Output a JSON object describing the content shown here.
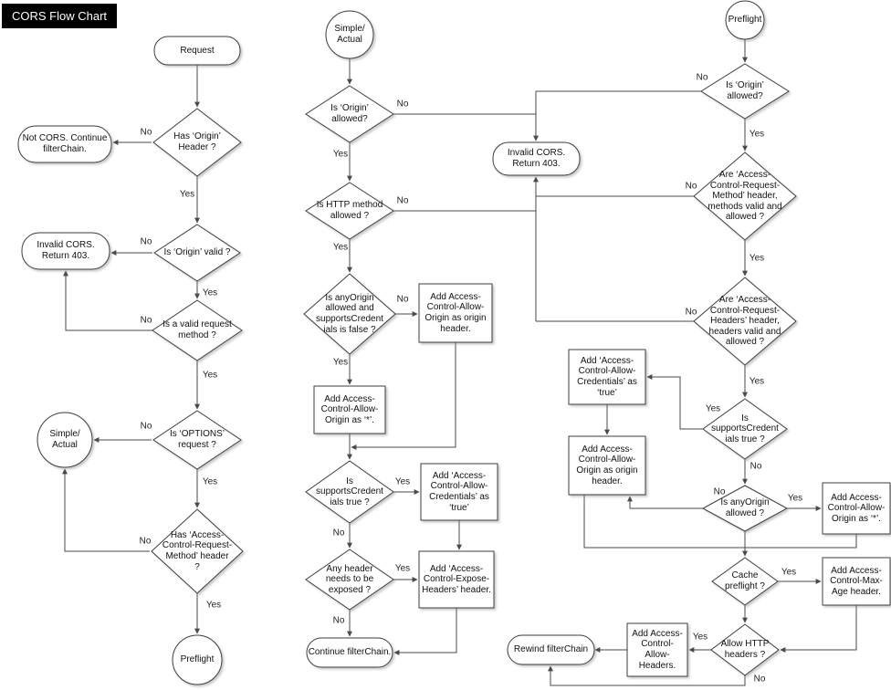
{
  "title": "CORS Flow Chart",
  "edge": {
    "yes": "Yes",
    "no": "No"
  },
  "colors": {
    "background": "#ffffff",
    "title_bg": "#000000",
    "title_fg": "#ffffff",
    "shape_fill": "#ffffff",
    "shape_stroke": "#3d3d3d",
    "connector": "#4a4a4a",
    "text": "#111111"
  },
  "nodes": {
    "request": "Request",
    "has_origin_header": "Has ‘Origin’\nHeader ?",
    "not_cors": "Not CORS. Continue\nfilterChain.",
    "is_origin_valid": "Is ‘Origin’ valid ?",
    "invalid_cors_left": "Invalid CORS.\nReturn 403.",
    "is_valid_request_method": "Is a valid request\nmethod ?",
    "simple_actual_left": "Simple/\nActual",
    "is_options_request": "Is ‘OPTIONS’\nrequest ?",
    "has_acrm_header": "Has ‘Access-\nControl-Request-\nMethod’ header\n?",
    "preflight_left": "Preflight",
    "simple_actual_mid": "Simple/\nActual",
    "is_origin_allowed_mid": "Is ‘Origin’\nallowed?",
    "is_http_method_allowed": "Is HTTP method\nallowed ?",
    "anyorigin_cred_false": "Is anyOrigin\nallowed and\nsupportsCredent\nials is false ?",
    "add_origin_as_origin_mid": "Add Access-\nControl-Allow-\nOrigin as origin\nheader.",
    "add_origin_star_mid": "Add Access-\nControl-Allow-\nOrigin as ‘*’.",
    "is_supports_cred_mid": "Is\nsupportsCredent\nials true ?",
    "add_cred_mid": "Add ‘Access-\nControl-Allow-\nCredentials’ as\n‘true’",
    "any_header_exposed": "Any header\nneeds to be\nexposed ?",
    "add_expose_headers": "Add ‘Access-\nControl-Expose-\nHeaders’ header.",
    "continue_filterchain": "Continue filterChain.",
    "invalid_cors_mid": "Invalid CORS.\nReturn 403.",
    "preflight_right": "Preflight",
    "is_origin_allowed_right": "Is ‘Origin’\nallowed?",
    "acr_method_valid": "Are ‘Access-\nControl-Request-\nMethod’ header,\nmethods  valid and\nallowed ?",
    "acr_headers_valid": "Are ‘Access-\nControl-Request-\nHeaders’ header,\nheaders valid and\nallowed ?",
    "is_supports_cred_right": "Is\nsupportsCredent\nials true ?",
    "add_cred_right": "Add ‘Access-\nControl-Allow-\nCredentials’ as\n‘true’",
    "add_origin_as_origin_right": "Add Access-\nControl-Allow-\nOrigin as origin\nheader.",
    "is_anyorigin_allowed": "Is anyOrigin\nallowed ?",
    "add_origin_star_right": "Add Access-\nControl-Allow-\nOrigin as ‘*’.",
    "cache_preflight": "Cache\npreflight ?",
    "add_max_age": "Add Access-\nControl-Max-\nAge header.",
    "allow_http_headers": "Allow HTTP\nheaders ?",
    "add_allow_headers": "Add Access-\nControl-\nAllow-\nHeaders.",
    "rewind_filterchain": "Rewind filterChain"
  }
}
